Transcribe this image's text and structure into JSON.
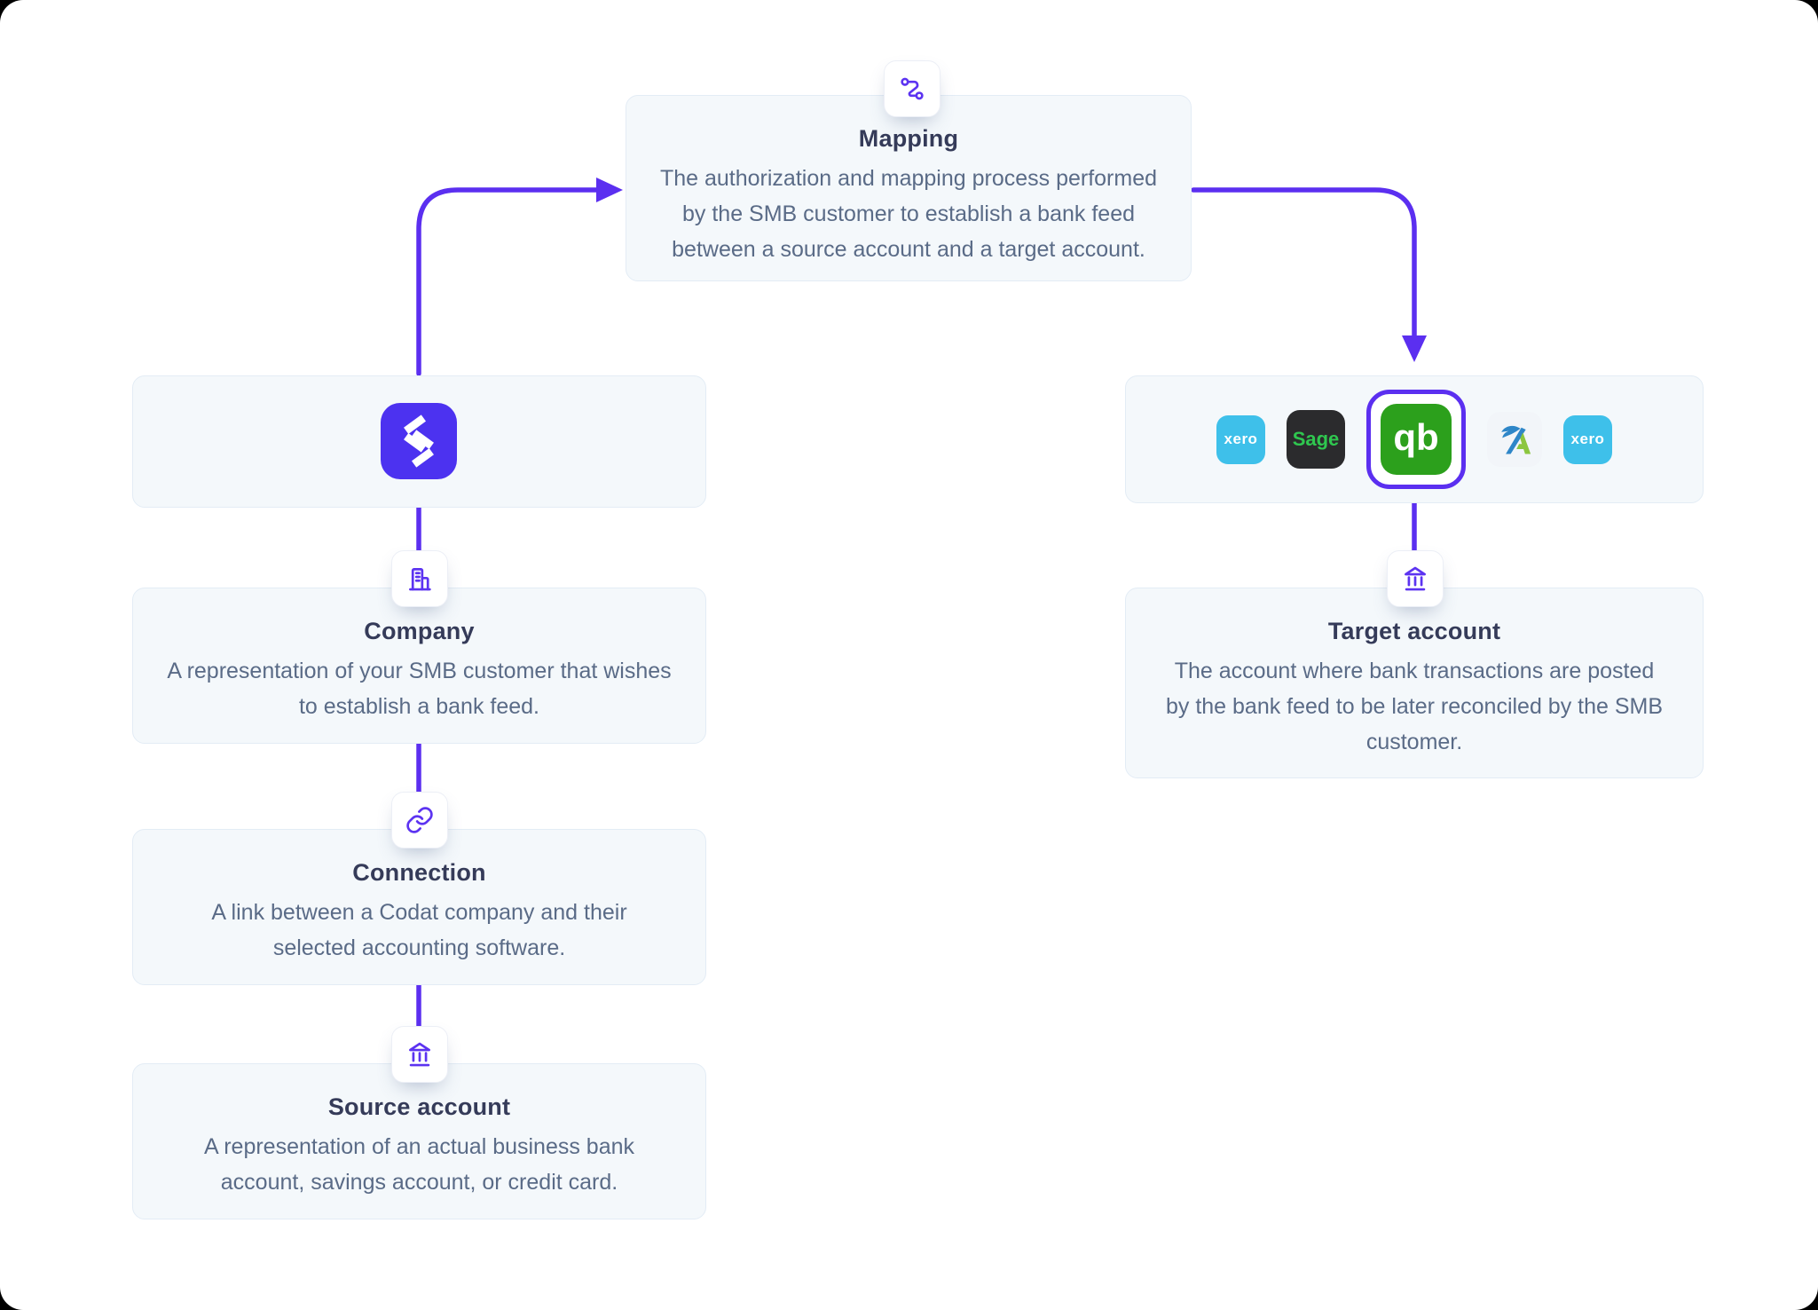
{
  "canvas": {
    "background": "#ffffff",
    "accent_purple": "#5b2ff0",
    "box_background": "#f4f8fb",
    "title_color": "#353b59",
    "body_color": "#5a6b87"
  },
  "nodes": {
    "mapping": {
      "title": "Mapping",
      "description": "The authorization and mapping process performed\nby the SMB customer to establish a bank feed\nbetween a source account and a target account.",
      "icon": "route-icon"
    },
    "codat": {
      "logo": "codat-logo",
      "brand_color": "#4c32f0"
    },
    "company": {
      "title": "Company",
      "description": "A representation of your SMB customer that wishes\nto establish a bank feed.",
      "icon": "building-icon"
    },
    "connection": {
      "title": "Connection",
      "description": "A link between a Codat company and their\nselected accounting software.",
      "icon": "link-icon"
    },
    "source_account": {
      "title": "Source account",
      "description": "A representation of an actual business bank\naccount, savings account, or credit card.",
      "icon": "bank-icon"
    },
    "target_account": {
      "title": "Target account",
      "description": "The account where bank transactions are posted\nby the bank feed to be later reconciled by the SMB\ncustomer.",
      "icon": "bank-icon"
    },
    "integrations": {
      "logos": [
        {
          "name": "xero",
          "label": "xero",
          "background": "#3ec0ea",
          "selected": false
        },
        {
          "name": "sage",
          "label": "Sage",
          "background": "#2b2b2d",
          "text_color": "#2fc74f",
          "selected": false
        },
        {
          "name": "quickbooks",
          "label": "qb",
          "background": "#2ca01c",
          "ring_color": "#5b2ff0",
          "selected": true
        },
        {
          "name": "freeagent",
          "label": "A",
          "background": "#f2f5f9",
          "wing_color": "#2e86c8",
          "letter_color": "#8cc63f",
          "selected": false
        },
        {
          "name": "xero",
          "label": "xero",
          "background": "#3ec0ea",
          "selected": false
        }
      ]
    }
  }
}
